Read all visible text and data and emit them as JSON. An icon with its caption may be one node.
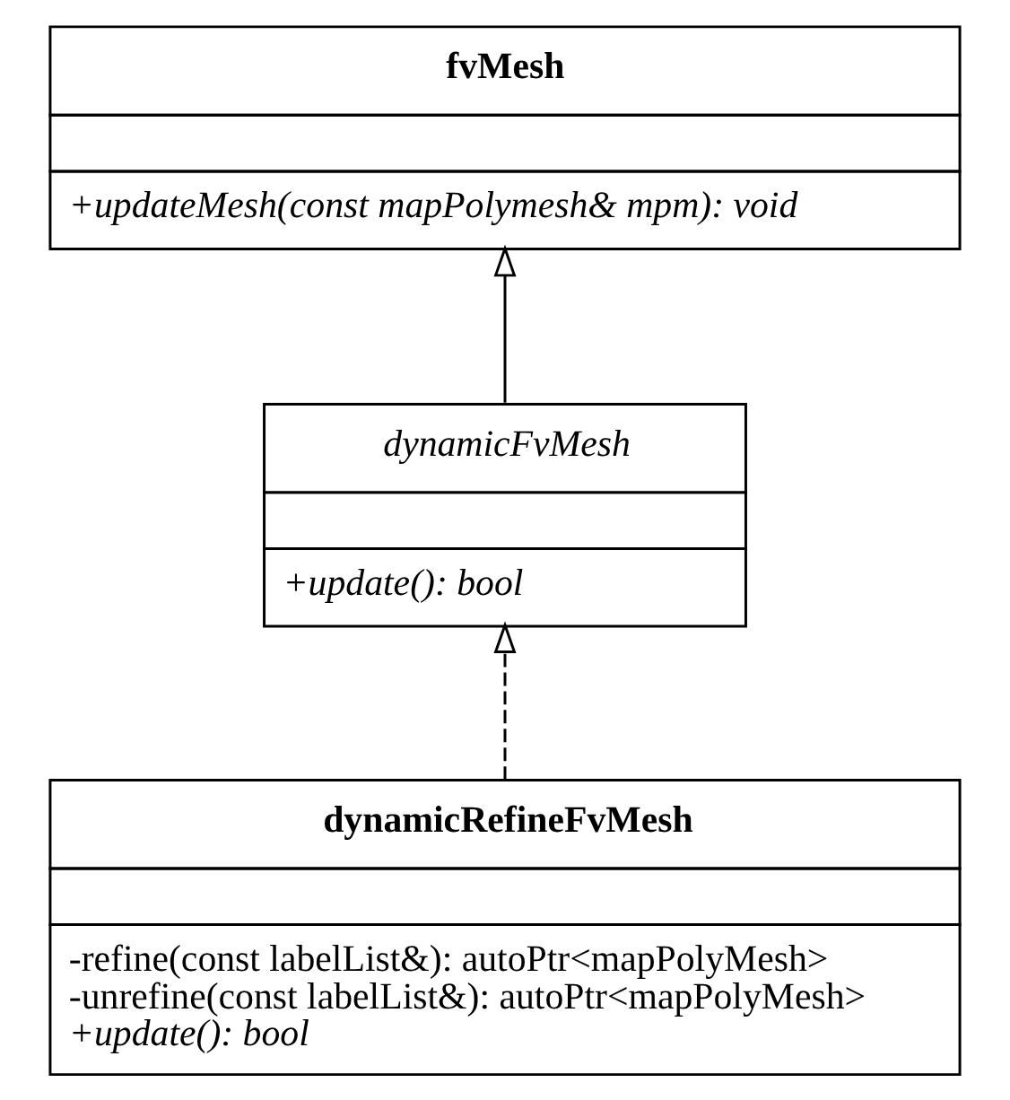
{
  "diagram": {
    "nodes": [
      {
        "text": [
          "fvMesh",
          "+updateMesh(const mapPolymesh& mpm): void"
        ]
      },
      {
        "text": [
          "dynamicFvMesh",
          "+update(): bool"
        ]
      },
      {
        "text": [
          "dynamicRefineFvMesh",
          "-refine(const labelList&): autoPtr<mapPolyMesh>",
          "-unrefine(const labelList&): autoPtr<mapPolyMesh>",
          "+update(): bool"
        ]
      }
    ],
    "edges": [
      {
        "from": 1,
        "to": 0,
        "arrow": "to"
      },
      {
        "from": 2,
        "to": 1,
        "arrow": "to",
        "style": "dashed"
      }
    ]
  }
}
